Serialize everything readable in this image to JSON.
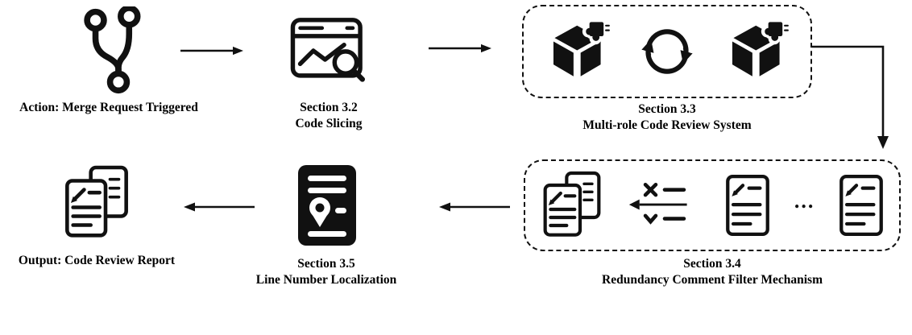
{
  "figure": {
    "colors": {
      "ink": "#111111",
      "background": "#ffffff"
    }
  },
  "nodes": {
    "merge_request": {
      "label": "Action: Merge Request Triggered",
      "icon": "git-merge-icon"
    },
    "code_slicing": {
      "title": "Section 3.2",
      "subtitle": "Code Slicing",
      "icon": "code-analysis-window-icon"
    },
    "multi_role": {
      "title": "Section 3.3",
      "subtitle": "Multi-role Code Review System",
      "icons": [
        "module-cube-puzzle-icon",
        "cycle-arrows-icon",
        "module-cube-puzzle-icon"
      ]
    },
    "redundancy_filter": {
      "title": "Section 3.4",
      "subtitle": "Redundancy Comment Filter Mechanism",
      "ellipsis": "...",
      "icons": [
        "stacked-comments-icon",
        "filter-marks-icon",
        "comment-doc-icon",
        "comment-doc-icon"
      ]
    },
    "line_localization": {
      "title": "Section 3.5",
      "subtitle": "Line Number Localization",
      "icon": "document-location-pin-icon"
    },
    "output": {
      "label": "Output: Code Review Report",
      "icon": "review-report-icon"
    }
  }
}
